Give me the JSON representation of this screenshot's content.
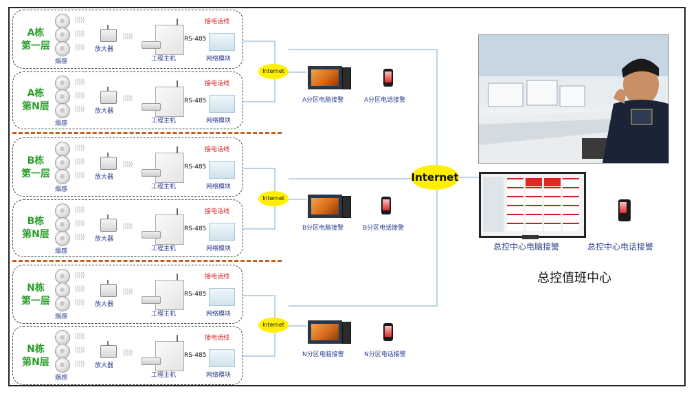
{
  "groups": [
    {
      "label_line1": "A栋",
      "label_line2": "第一层"
    },
    {
      "label_line1": "A栋",
      "label_line2": "第N层"
    },
    {
      "label_line1": "B栋",
      "label_line2": "第一层"
    },
    {
      "label_line1": "B栋",
      "label_line2": "第N层"
    },
    {
      "label_line1": "N栋",
      "label_line2": "第一层"
    },
    {
      "label_line1": "N栋",
      "label_line2": "第N层"
    }
  ],
  "labels": {
    "smoke": "烟感",
    "amplifier": "放大器",
    "host": "工程主机",
    "rs485": "RS-485",
    "phone_line": "接电话线",
    "net_module": "网络模块"
  },
  "internet_small": "Internet",
  "internet_big": "Internet",
  "zones": [
    {
      "pc": "A分区电脑接警",
      "phone": "A分区电话接警"
    },
    {
      "pc": "B分区电脑接警",
      "phone": "B分区电话接警"
    },
    {
      "pc": "N分区电脑接警",
      "phone": "N分区电话接警"
    }
  ],
  "center": {
    "pc": "总控中心电脑接警",
    "phone": "总控中心电话接警",
    "title": "总控值班中心"
  },
  "colors": {
    "floor_label": "#2a9d2a",
    "caption": "#2c3e8f",
    "phone_line": "#d21f1f",
    "internet": "#ffef00",
    "divider": "#c0611f",
    "wire": "#7aa8c8"
  }
}
